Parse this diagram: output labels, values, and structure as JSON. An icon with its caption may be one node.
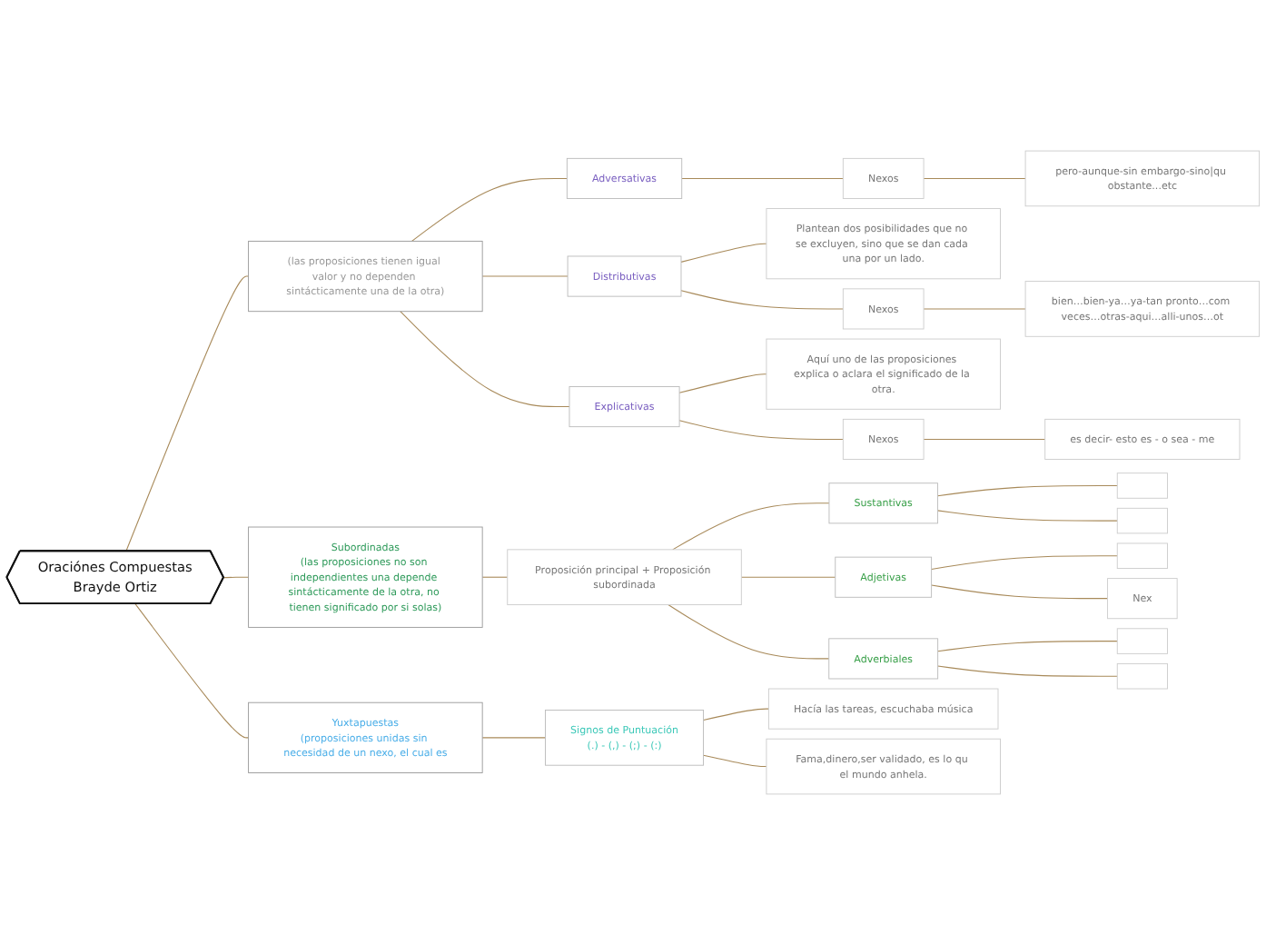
{
  "diagram": {
    "nodes": [
      {
        "text": [
          "Oraciónes Compuestas",
          "Brayde Ortiz"
        ]
      },
      {
        "text": [
          "(las proposiciones tienen igual valor y no dependen sintácticamente una de la otra)"
        ]
      },
      {
        "text": [
          "Adversativas"
        ]
      },
      {
        "text": [
          "Nexos"
        ]
      },
      {
        "text": [
          "pero-aunque-sin embargo-sino|qu obstante...etc"
        ]
      },
      {
        "text": [
          "Distributivas"
        ]
      },
      {
        "text": [
          "Plantean dos posibilidades que no se excluyen, sino que se dan cada una por un lado."
        ]
      },
      {
        "text": [
          "Nexos"
        ]
      },
      {
        "text": [
          "bien…bien-ya…ya-tan pronto…com veces…otras-aqui…alli-unos…ot"
        ]
      },
      {
        "text": [
          "Explicativas"
        ]
      },
      {
        "text": [
          "Aquí uno de las proposiciones explica o aclara el significado de la otra."
        ]
      },
      {
        "text": [
          "Nexos"
        ]
      },
      {
        "text": [
          "es decir- esto es - o sea - me"
        ]
      },
      {
        "text": [
          "Subordinadas",
          "(las proposiciones no son independientes una depende sintácticamente de la otra, no tienen significado por si solas)"
        ]
      },
      {
        "text": [
          "Proposición principal + Proposición subordinada"
        ]
      },
      {
        "text": [
          "Sustantivas"
        ]
      },
      {
        "text": [],
        "shape": "box"
      },
      {
        "text": [],
        "shape": "box"
      },
      {
        "text": [
          "Adjetivas"
        ]
      },
      {
        "text": [],
        "shape": "box"
      },
      {
        "text": [
          "Nex"
        ]
      },
      {
        "text": [
          "Adverbiales"
        ]
      },
      {
        "text": [],
        "shape": "box"
      },
      {
        "text": [],
        "shape": "box"
      },
      {
        "text": [
          "Yuxtapuestas",
          "(proposiciones unidas sin necesidad de un nexo, el cual es"
        ]
      },
      {
        "text": [
          "Signos de Puntuación",
          "(.) - (,) - (;) - (:)"
        ]
      },
      {
        "text": [
          "Hacía las tareas, escuchaba música"
        ]
      },
      {
        "text": [
          "Fama,dinero,ser validado, es lo qu el mundo anhela."
        ]
      }
    ],
    "edges": [
      {
        "from": 0,
        "to": 1,
        "arrow": "none"
      },
      {
        "from": 0,
        "to": 13,
        "arrow": "none"
      },
      {
        "from": 0,
        "to": 24,
        "arrow": "none"
      },
      {
        "from": 1,
        "to": 2,
        "arrow": "none"
      },
      {
        "from": 1,
        "to": 5,
        "arrow": "none"
      },
      {
        "from": 1,
        "to": 9,
        "arrow": "none"
      },
      {
        "from": 2,
        "to": 3,
        "arrow": "none"
      },
      {
        "from": 3,
        "to": 4,
        "arrow": "none"
      },
      {
        "from": 5,
        "to": 6,
        "arrow": "none"
      },
      {
        "from": 5,
        "to": 7,
        "arrow": "none"
      },
      {
        "from": 7,
        "to": 8,
        "arrow": "none"
      },
      {
        "from": 9,
        "to": 10,
        "arrow": "none"
      },
      {
        "from": 9,
        "to": 11,
        "arrow": "none"
      },
      {
        "from": 11,
        "to": 12,
        "arrow": "none"
      },
      {
        "from": 13,
        "to": 14,
        "arrow": "none"
      },
      {
        "from": 14,
        "to": 15,
        "arrow": "none"
      },
      {
        "from": 14,
        "to": 18,
        "arrow": "none"
      },
      {
        "from": 14,
        "to": 21,
        "arrow": "none"
      },
      {
        "from": 15,
        "to": 16,
        "arrow": "none"
      },
      {
        "from": 15,
        "to": 17,
        "arrow": "none"
      },
      {
        "from": 18,
        "to": 19,
        "arrow": "none"
      },
      {
        "from": 18,
        "to": 20,
        "arrow": "none"
      },
      {
        "from": 21,
        "to": 22,
        "arrow": "none"
      },
      {
        "from": 21,
        "to": 23,
        "arrow": "none"
      },
      {
        "from": 24,
        "to": 25,
        "arrow": "none"
      },
      {
        "from": 25,
        "to": 26,
        "arrow": "none"
      },
      {
        "from": 25,
        "to": 27,
        "arrow": "none"
      }
    ]
  }
}
